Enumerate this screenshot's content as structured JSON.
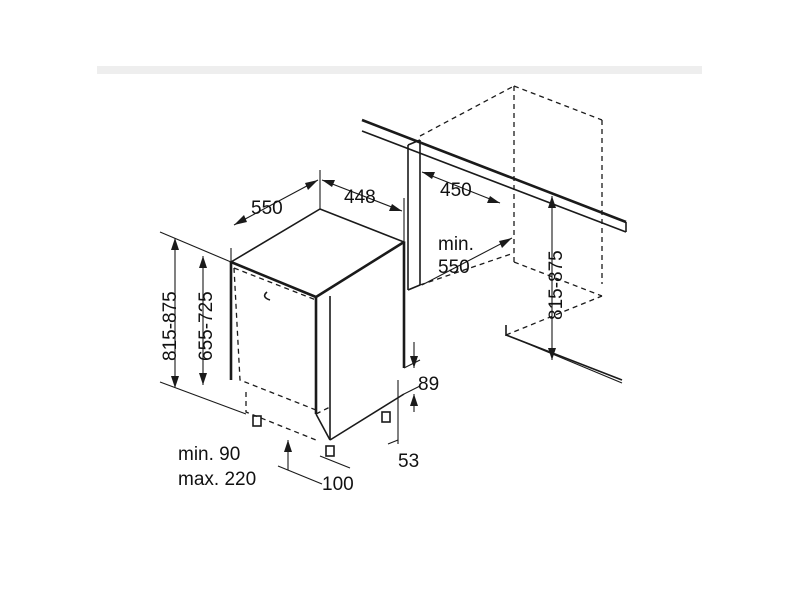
{
  "diagram": {
    "dimensions": {
      "depth_550": "550",
      "width_448": "448",
      "niche_depth_450": "450",
      "niche_width_min": "min.",
      "niche_width_550": "550",
      "height_815_875_left": "815-875",
      "height_655_725": "655-725",
      "height_815_875_right": "815-875",
      "plinth_89": "89",
      "plinth_53": "53",
      "door_min_90": "min. 90",
      "door_max_220": "max. 220",
      "gap_100": "100"
    },
    "colors": {
      "line": "#1a1a1a",
      "panel_shadow": "#d9d9d9",
      "background": "#ffffff"
    }
  }
}
